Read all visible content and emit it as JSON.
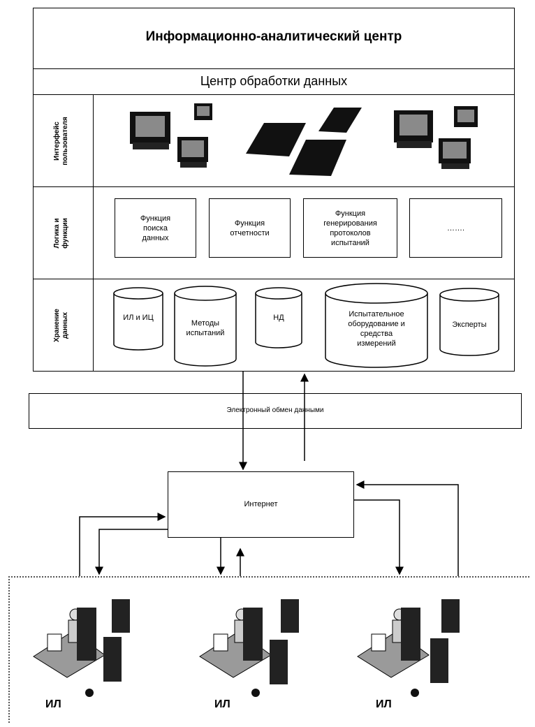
{
  "header": {
    "title": "Информационно-аналитический центр",
    "subtitle": "Центр обработки данных"
  },
  "rows": {
    "interface": "Интерфейс\nпользователя",
    "logic": "Логика и\nфункции",
    "storage": "Хранение\nданных"
  },
  "functions": [
    "Функция\nпоиска\nданных",
    "Функция\nотчетности",
    "Функция\nгенерирования\nпротоколов\nиспытаний",
    "……."
  ],
  "storage": [
    "ИЛ и ИЦ",
    "Методы\nиспытаний",
    "НД",
    "Испытательное\nоборудование и\nсредства\nизмерений",
    "Эксперты"
  ],
  "exchange": {
    "label": "Электронный обмен данными"
  },
  "internet": {
    "label": "Интернет"
  },
  "sites": [
    "ИЛ",
    "ИЛ",
    "ИЛ"
  ],
  "icons": {
    "user_devices": [
      "monitor-icon",
      "laptop-icon",
      "monitor-icon"
    ],
    "site_devices": [
      "workstation-icon",
      "server-icon"
    ]
  }
}
